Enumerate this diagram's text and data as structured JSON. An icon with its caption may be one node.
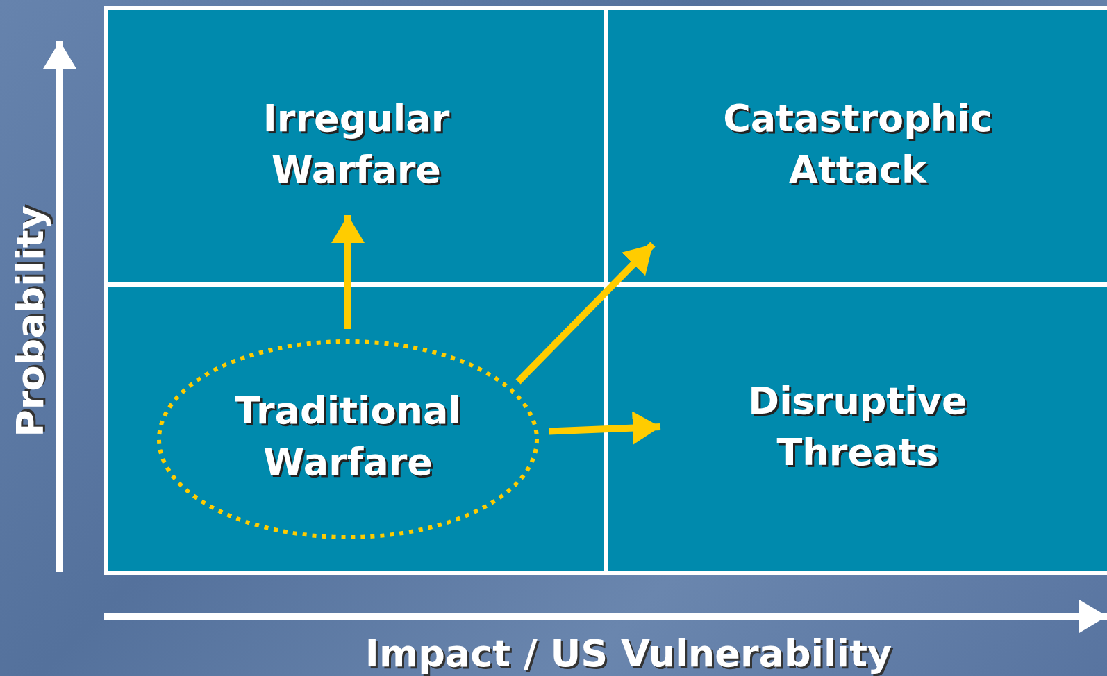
{
  "diagram": {
    "nodes": [
      {
        "text": [
          "Irregular Warfare"
        ]
      },
      {
        "text": [
          "Catastrophic Attack"
        ]
      },
      {
        "text": [],
        "shape": "box"
      },
      {
        "text": [
          "Traditional Warfare"
        ],
        "in": 2
      },
      {
        "text": [
          "Disruptive Threats"
        ]
      }
    ],
    "edges": [
      {
        "from": 3,
        "to": 0,
        "arrow": "to"
      },
      {
        "from": 3,
        "to": 1,
        "arrow": "to"
      },
      {
        "from": 3,
        "to": 4,
        "arrow": "to"
      }
    ],
    "labels": [
      "Probability",
      "Impact / US Vulnerability"
    ]
  }
}
